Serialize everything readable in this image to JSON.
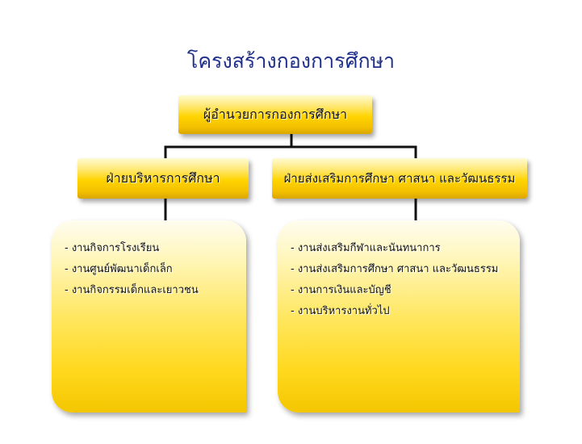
{
  "title": "โครงสร้างกองการศึกษา",
  "root": {
    "label": "ผู้อำนวยการกองการศึกษา"
  },
  "divisions": [
    {
      "label": "ฝ่ายบริหารการศึกษา",
      "tasks": [
        "- งานกิจการโรงเรียน",
        "- งานศูนย์พัฒนาเด็กเล็ก",
        "- งานกิจกรรมเด็กและเยาวชน"
      ]
    },
    {
      "label": "ฝ่ายส่งเสริมการศึกษา ศาสนา และวัฒนธรรม",
      "tasks": [
        "- งานส่งเสริมกีฬาและนันทนาการ",
        "- งานส่งเสริมการศึกษา ศาสนา และวัฒนธรรม",
        "- งานการเงินและบัญชี",
        "- งานบริหารงานทั่วไป"
      ]
    }
  ],
  "colors": {
    "title": "#1f2f8a",
    "box_light": "#fffbd2",
    "box_mid": "#ffd400",
    "box_dark": "#d9a600",
    "connector": "#111111"
  }
}
